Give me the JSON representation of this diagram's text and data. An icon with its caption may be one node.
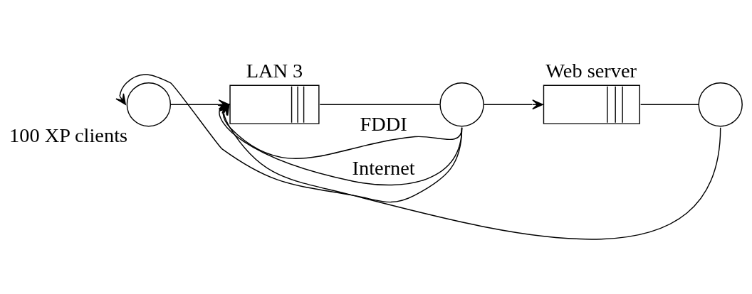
{
  "diagram": {
    "nodes": [
      {
        "text": [
          "100 XP clients"
        ]
      },
      {
        "text": [
          "LAN 3"
        ]
      },
      {
        "text": [],
        "shape": "circle"
      },
      {
        "text": [
          "Web server"
        ]
      },
      {
        "text": [],
        "shape": "circle"
      }
    ],
    "edges": [
      {
        "from": 0,
        "to": 1,
        "arrow": "to"
      },
      {
        "from": 1,
        "to": 2,
        "arrow": "none"
      },
      {
        "from": 2,
        "to": 1,
        "arrow": "to",
        "label": "FDDI"
      },
      {
        "from": 2,
        "to": 1,
        "arrow": "to",
        "label": "Internet"
      },
      {
        "from": 2,
        "to": 3,
        "arrow": "to"
      },
      {
        "from": 3,
        "to": 4,
        "arrow": "none"
      },
      {
        "from": 4,
        "to": 1,
        "arrow": "to"
      },
      {
        "from": 2,
        "to": 0,
        "arrow": "to"
      }
    ]
  }
}
